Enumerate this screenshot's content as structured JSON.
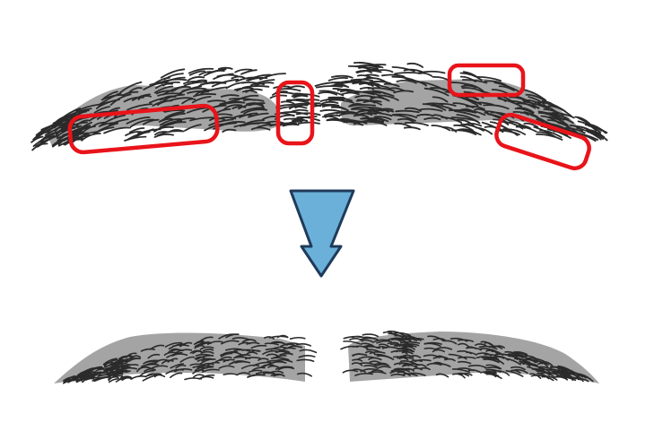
{
  "colors": {
    "background": "#ffffff",
    "hair": "#2b2b2b",
    "brow_fill": "#9a9a9a",
    "highlight": "#e8141a",
    "arrow_fill": "#6ab0d8",
    "arrow_stroke": "#1f3a5a"
  },
  "panels": {
    "top": {
      "state": "untrimmed eyebrows with stray hairs marked"
    },
    "bottom": {
      "state": "shaped eyebrows"
    }
  },
  "markers": [
    {
      "id": "left-lower-stray",
      "shape": "rounded-rectangle"
    },
    {
      "id": "center-gap-stray",
      "shape": "rounded-rectangle"
    },
    {
      "id": "right-top-stray",
      "shape": "rounded-rectangle"
    },
    {
      "id": "right-tail-stray",
      "shape": "rounded-rectangle"
    }
  ],
  "arrow": {
    "direction": "down",
    "icon": "down-arrow-icon"
  }
}
